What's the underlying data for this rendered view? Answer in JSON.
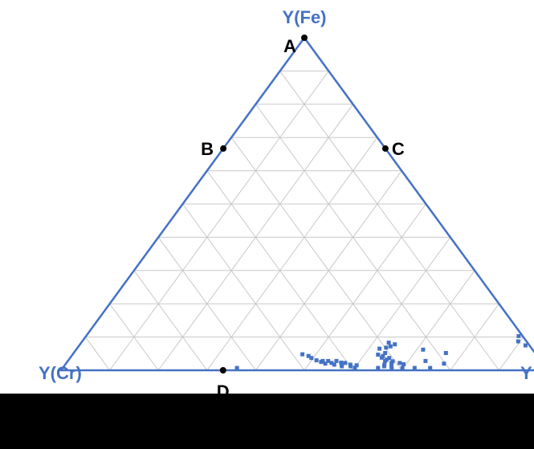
{
  "chart_data": {
    "type": "scatter",
    "subtype": "ternary",
    "grid": true,
    "grid_divisions": 10,
    "colors": {
      "frame": "#4472C4",
      "grid": "#c8c8c8",
      "points": "#4472C4",
      "vertex_labels": "#4472C4",
      "marked_points": "#000000"
    },
    "vertices": {
      "top": "Y(Fe)",
      "left": "Y(Cr)",
      "right": "Y"
    },
    "marked_points": [
      {
        "label": "A",
        "fe": 1.0,
        "cr": 0.0
      },
      {
        "label": "B",
        "fe": 0.667,
        "cr": 0.333
      },
      {
        "label": "C",
        "fe": 0.667,
        "cr": 0.0
      },
      {
        "label": "D",
        "fe": 0.0,
        "cr": 0.667
      }
    ],
    "series": [
      {
        "points": [
          {
            "fe": 0.007,
            "cr": 0.635
          },
          {
            "fe": 0.048,
            "cr": 0.48
          },
          {
            "fe": 0.043,
            "cr": 0.47
          },
          {
            "fe": 0.037,
            "cr": 0.467
          },
          {
            "fe": 0.03,
            "cr": 0.46
          },
          {
            "fe": 0.028,
            "cr": 0.448
          },
          {
            "fe": 0.025,
            "cr": 0.453
          },
          {
            "fe": 0.02,
            "cr": 0.447
          },
          {
            "fe": 0.028,
            "cr": 0.437
          },
          {
            "fe": 0.022,
            "cr": 0.433
          },
          {
            "fe": 0.017,
            "cr": 0.43
          },
          {
            "fe": 0.028,
            "cr": 0.42
          },
          {
            "fe": 0.023,
            "cr": 0.413
          },
          {
            "fe": 0.017,
            "cr": 0.415
          },
          {
            "fe": 0.012,
            "cr": 0.417
          },
          {
            "fe": 0.022,
            "cr": 0.405
          },
          {
            "fe": 0.017,
            "cr": 0.397
          },
          {
            "fe": 0.012,
            "cr": 0.399
          },
          {
            "fe": 0.008,
            "cr": 0.392
          },
          {
            "fe": 0.015,
            "cr": 0.385
          },
          {
            "fe": 0.083,
            "cr": 0.285
          },
          {
            "fe": 0.078,
            "cr": 0.275
          },
          {
            "fe": 0.072,
            "cr": 0.287
          },
          {
            "fe": 0.068,
            "cr": 0.298
          },
          {
            "fe": 0.065,
            "cr": 0.313
          },
          {
            "fe": 0.052,
            "cr": 0.308
          },
          {
            "fe": 0.047,
            "cr": 0.325
          },
          {
            "fe": 0.043,
            "cr": 0.317
          },
          {
            "fe": 0.038,
            "cr": 0.322
          },
          {
            "fe": 0.037,
            "cr": 0.307
          },
          {
            "fe": 0.032,
            "cr": 0.315
          },
          {
            "fe": 0.028,
            "cr": 0.32
          },
          {
            "fe": 0.027,
            "cr": 0.305
          },
          {
            "fe": 0.022,
            "cr": 0.31
          },
          {
            "fe": 0.022,
            "cr": 0.293
          },
          {
            "fe": 0.017,
            "cr": 0.327
          },
          {
            "fe": 0.012,
            "cr": 0.33
          },
          {
            "fe": 0.018,
            "cr": 0.287
          },
          {
            "fe": 0.012,
            "cr": 0.315
          },
          {
            "fe": 0.007,
            "cr": 0.345
          },
          {
            "fe": 0.007,
            "cr": 0.295
          },
          {
            "fe": 0.007,
            "cr": 0.27
          },
          {
            "fe": 0.005,
            "cr": 0.318
          },
          {
            "fe": 0.062,
            "cr": 0.225
          },
          {
            "fe": 0.052,
            "cr": 0.183
          },
          {
            "fe": 0.028,
            "cr": 0.237
          },
          {
            "fe": 0.02,
            "cr": 0.203
          },
          {
            "fe": 0.007,
            "cr": 0.238
          },
          {
            "fe": 0.103,
            "cr": 0.008
          },
          {
            "fe": 0.087,
            "cr": 0.017
          },
          {
            "fe": 0.075,
            "cr": 0.008
          }
        ]
      }
    ]
  }
}
